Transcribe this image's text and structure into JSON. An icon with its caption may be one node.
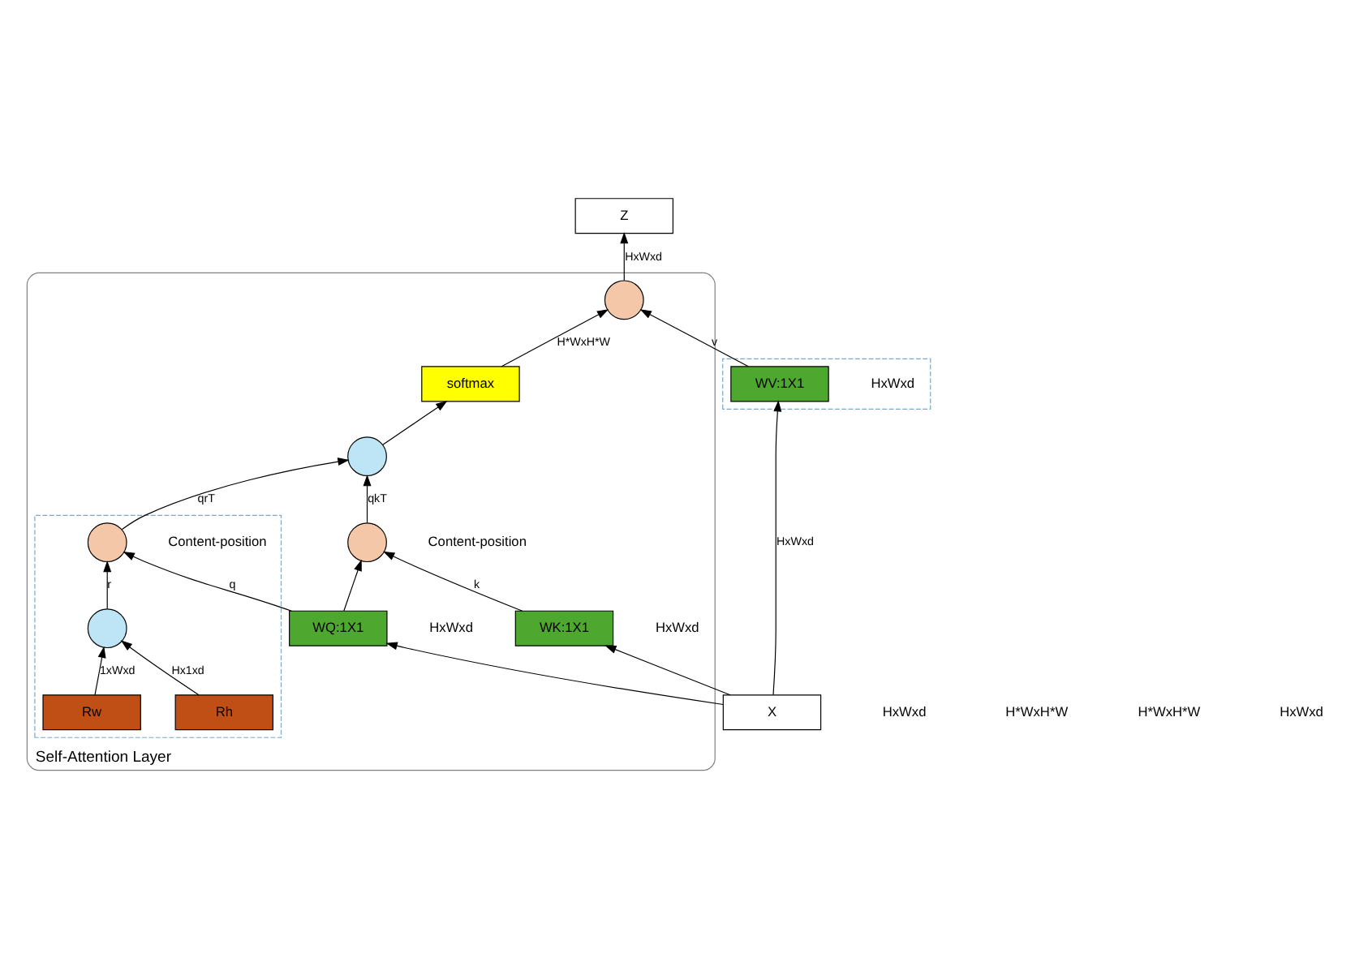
{
  "diagram": {
    "nodes": [
      {
        "text": [
          "Z"
        ]
      },
      {
        "text": [
          "Self-Attention Layer"
        ]
      },
      {
        "text": [],
        "shape": "circle",
        "in": 1
      },
      {
        "text": [
          "softmax"
        ],
        "in": 1
      },
      {
        "text": [],
        "shape": "circle",
        "in": 1
      },
      {
        "text": [],
        "shape": "box",
        "in": 1
      },
      {
        "text": [],
        "shape": "circle",
        "in": 5,
        "beside": [
          "Content-position"
        ]
      },
      {
        "text": [],
        "shape": "circle",
        "in": 5
      },
      {
        "text": [
          "Rh"
        ],
        "in": 5
      },
      {
        "text": [
          "Rw"
        ],
        "in": 5
      },
      {
        "text": [],
        "shape": "circle",
        "in": 1,
        "beside": [
          "Content-position"
        ]
      },
      {
        "text": [
          "WQ:1X1"
        ],
        "in": 1,
        "beside": [
          "HxWxd"
        ]
      },
      {
        "text": [
          "WK:1X1"
        ],
        "in": 1,
        "beside": [
          "HxWxd"
        ]
      },
      {
        "text": [],
        "shape": "box"
      },
      {
        "text": [
          "WV:1X1"
        ],
        "in": 13,
        "beside": [
          "HxWxd"
        ]
      },
      {
        "text": [
          "X"
        ]
      }
    ],
    "edges": [
      {
        "from": 2,
        "to": 0,
        "arrow": "to",
        "label": "HxWxd"
      },
      {
        "from": 3,
        "to": 2,
        "arrow": "to",
        "label": "H*WxH*W"
      },
      {
        "from": 14,
        "to": 2,
        "arrow": "to",
        "label": "v"
      },
      {
        "from": 4,
        "to": 3,
        "arrow": "to"
      },
      {
        "from": 6,
        "to": 4,
        "arrow": "to",
        "label": "qrT"
      },
      {
        "from": 10,
        "to": 4,
        "arrow": "to",
        "label": "qkT"
      },
      {
        "from": 7,
        "to": 6,
        "arrow": "to",
        "label": "r"
      },
      {
        "from": 11,
        "to": 6,
        "arrow": "to",
        "label": "q"
      },
      {
        "from": 11,
        "to": 10,
        "arrow": "to"
      },
      {
        "from": 12,
        "to": 10,
        "arrow": "to",
        "label": "k"
      },
      {
        "from": 8,
        "to": 7,
        "arrow": "to",
        "label": "Hx1xd"
      },
      {
        "from": 9,
        "to": 7,
        "arrow": "to",
        "label": "1xWxd"
      },
      {
        "from": 15,
        "to": 11,
        "arrow": "to"
      },
      {
        "from": 15,
        "to": 12,
        "arrow": "to"
      },
      {
        "from": 15,
        "to": 14,
        "arrow": "to",
        "label": "HxWxd"
      }
    ],
    "labels": [
      "HxWxd",
      "H*WxH*W",
      "H*WxH*W",
      "HxWxd"
    ]
  }
}
